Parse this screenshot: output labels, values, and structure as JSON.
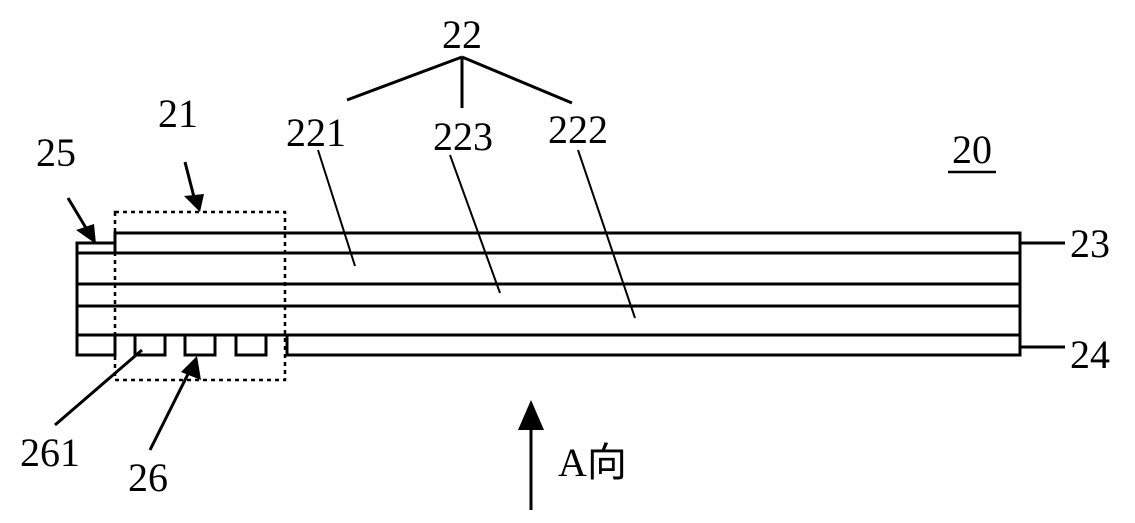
{
  "figure": {
    "labels": {
      "l22": "22",
      "l21": "21",
      "l221": "221",
      "l223": "223",
      "l222": "222",
      "l25": "25",
      "l20": "20",
      "l23": "23",
      "l24": "24",
      "l261": "261",
      "l26": "26",
      "direction": "A向"
    }
  }
}
